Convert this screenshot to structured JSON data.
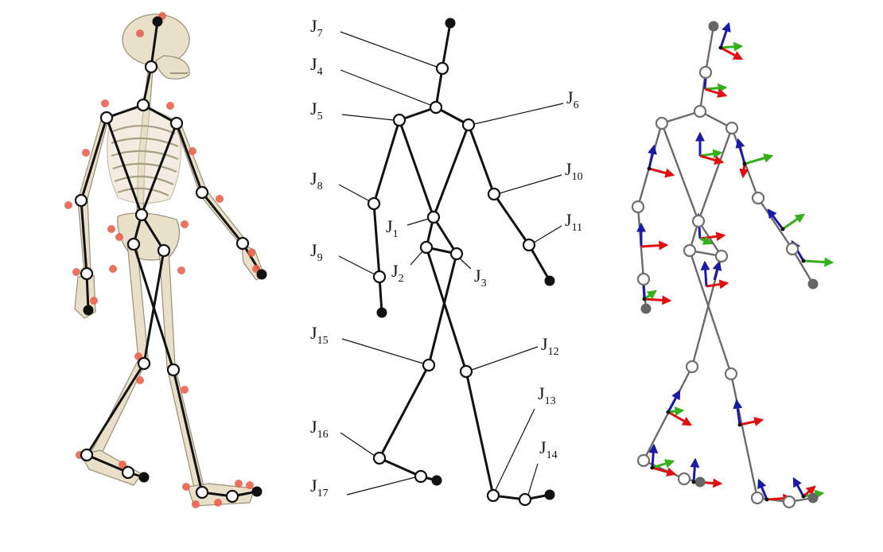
{
  "labels": {
    "J7": {
      "base": "J",
      "sub": "7"
    },
    "J4": {
      "base": "J",
      "sub": "4"
    },
    "J5": {
      "base": "J",
      "sub": "5"
    },
    "J6": {
      "base": "J",
      "sub": "6"
    },
    "J8": {
      "base": "J",
      "sub": "8"
    },
    "J10": {
      "base": "J",
      "sub": "10"
    },
    "J11": {
      "base": "J",
      "sub": "11"
    },
    "J1": {
      "base": "J",
      "sub": "1"
    },
    "J9": {
      "base": "J",
      "sub": "9"
    },
    "J2": {
      "base": "J",
      "sub": "2"
    },
    "J3": {
      "base": "J",
      "sub": "3"
    },
    "J15": {
      "base": "J",
      "sub": "15"
    },
    "J12": {
      "base": "J",
      "sub": "12"
    },
    "J13": {
      "base": "J",
      "sub": "13"
    },
    "J16": {
      "base": "J",
      "sub": "16"
    },
    "J14": {
      "base": "J",
      "sub": "14"
    },
    "J17": {
      "base": "J",
      "sub": "17"
    }
  },
  "colors": {
    "link": "#111111",
    "link_grey": "#6a6a6a",
    "marker": "#e8644f",
    "axis_x": "#e01010",
    "axis_y": "#33b01a",
    "axis_z": "#1a1aa8",
    "bone": "#e8e0c8"
  },
  "icons": {
    "joint": "open-circle",
    "end_effector": "filled-circle",
    "frame": "xyz-axis-triad"
  }
}
